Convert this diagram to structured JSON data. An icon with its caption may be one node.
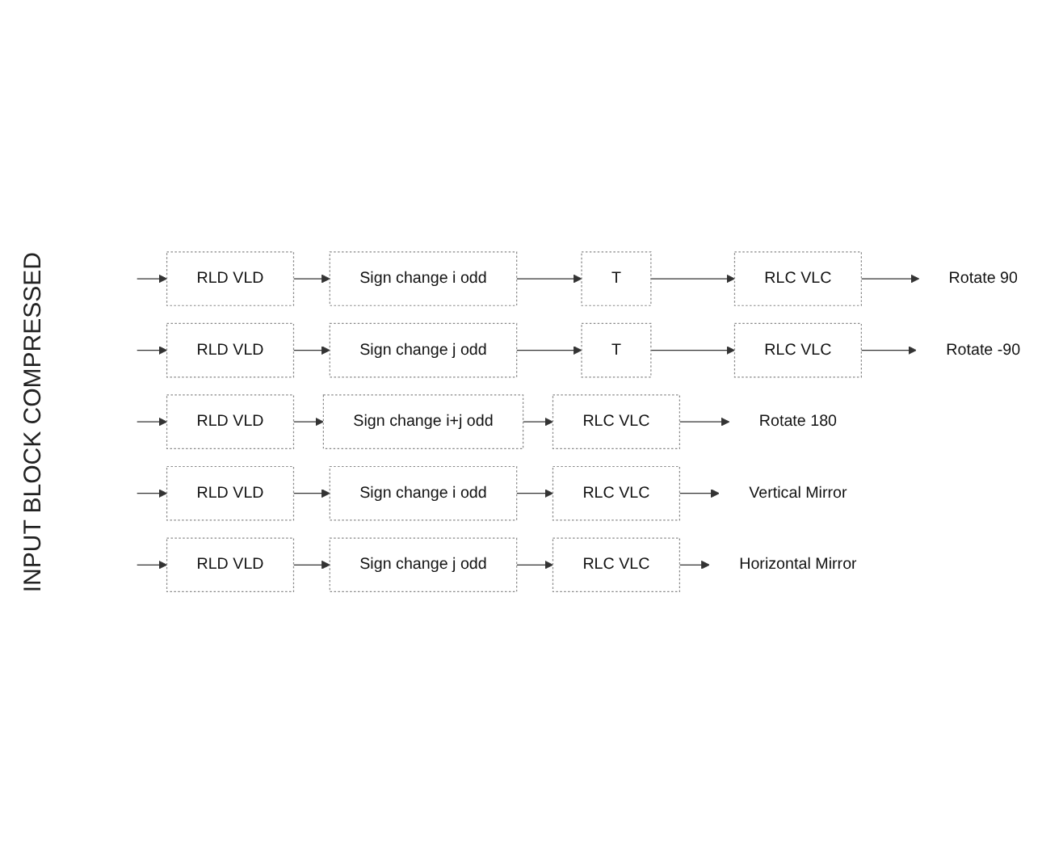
{
  "diagram": {
    "nodes": [
      {
        "text": [
          "RLD VLD"
        ]
      },
      {
        "text": [
          "Sign change i odd"
        ]
      },
      {
        "text": [
          "T"
        ]
      },
      {
        "text": [
          "RLC VLC"
        ]
      },
      {
        "text": [
          "Rotate 90"
        ]
      },
      {
        "text": [
          "RLD VLD"
        ]
      },
      {
        "text": [
          "Sign change j odd"
        ]
      },
      {
        "text": [
          "T"
        ]
      },
      {
        "text": [
          "RLC VLC"
        ]
      },
      {
        "text": [
          "Rotate -90"
        ]
      },
      {
        "text": [
          "RLD VLD"
        ]
      },
      {
        "text": [
          "Sign change i+j odd"
        ]
      },
      {
        "text": [
          "RLC VLC"
        ]
      },
      {
        "text": [
          "Rotate 180"
        ]
      },
      {
        "text": [
          "RLD VLD"
        ]
      },
      {
        "text": [
          "Sign change i odd"
        ]
      },
      {
        "text": [
          "RLC VLC"
        ]
      },
      {
        "text": [
          "Vertical Mirror"
        ]
      },
      {
        "text": [
          "RLD VLD"
        ]
      },
      {
        "text": [
          "Sign change j odd"
        ]
      },
      {
        "text": [
          "RLC VLC"
        ]
      },
      {
        "text": [
          "Horizontal Mirror"
        ]
      }
    ],
    "edges": [
      {
        "from": null,
        "to": 0,
        "arrow": "to"
      },
      {
        "from": 0,
        "to": 1,
        "arrow": "to"
      },
      {
        "from": 1,
        "to": 2,
        "arrow": "to"
      },
      {
        "from": 2,
        "to": 3,
        "arrow": "to"
      },
      {
        "from": 3,
        "to": 4,
        "arrow": "to"
      },
      {
        "from": null,
        "to": 5,
        "arrow": "to"
      },
      {
        "from": 5,
        "to": 6,
        "arrow": "to"
      },
      {
        "from": 6,
        "to": 7,
        "arrow": "to"
      },
      {
        "from": 7,
        "to": 8,
        "arrow": "to"
      },
      {
        "from": 8,
        "to": 9,
        "arrow": "to"
      },
      {
        "from": null,
        "to": 10,
        "arrow": "to"
      },
      {
        "from": 10,
        "to": 11,
        "arrow": "to"
      },
      {
        "from": 11,
        "to": 12,
        "arrow": "to"
      },
      {
        "from": 12,
        "to": 13,
        "arrow": "to"
      },
      {
        "from": null,
        "to": 14,
        "arrow": "to"
      },
      {
        "from": 14,
        "to": 15,
        "arrow": "to"
      },
      {
        "from": 15,
        "to": 16,
        "arrow": "to"
      },
      {
        "from": 16,
        "to": 17,
        "arrow": "to"
      },
      {
        "from": null,
        "to": 18,
        "arrow": "to"
      },
      {
        "from": 18,
        "to": 19,
        "arrow": "to"
      },
      {
        "from": 19,
        "to": 20,
        "arrow": "to"
      },
      {
        "from": 20,
        "to": 21,
        "arrow": "to"
      }
    ],
    "labels": [
      "INPUT BLOCK COMPRESSED"
    ]
  }
}
